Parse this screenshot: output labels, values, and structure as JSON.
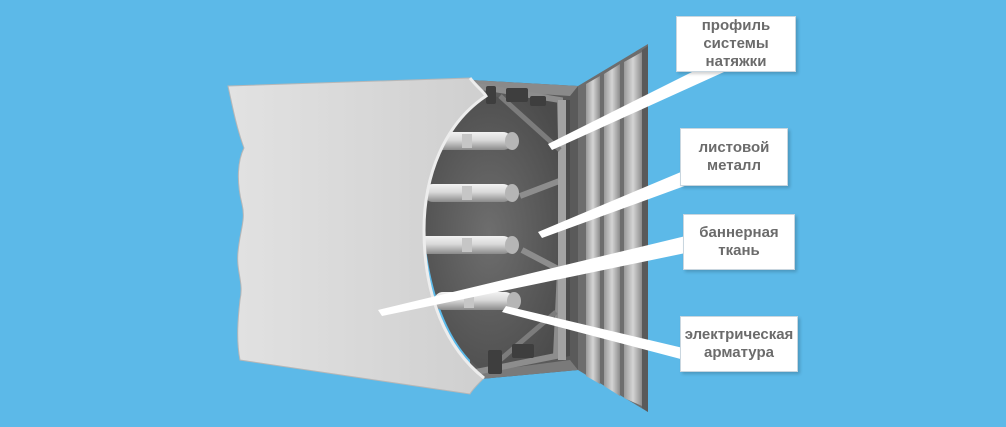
{
  "diagram": {
    "background_color": "#5cb9e8",
    "labels": {
      "profile": "профиль\nсистемы\nнатяжки",
      "sheet_metal": "листовой\nметалл",
      "banner_fabric": "баннерная\nткань",
      "electrical": "электрическая\nарматура"
    }
  }
}
